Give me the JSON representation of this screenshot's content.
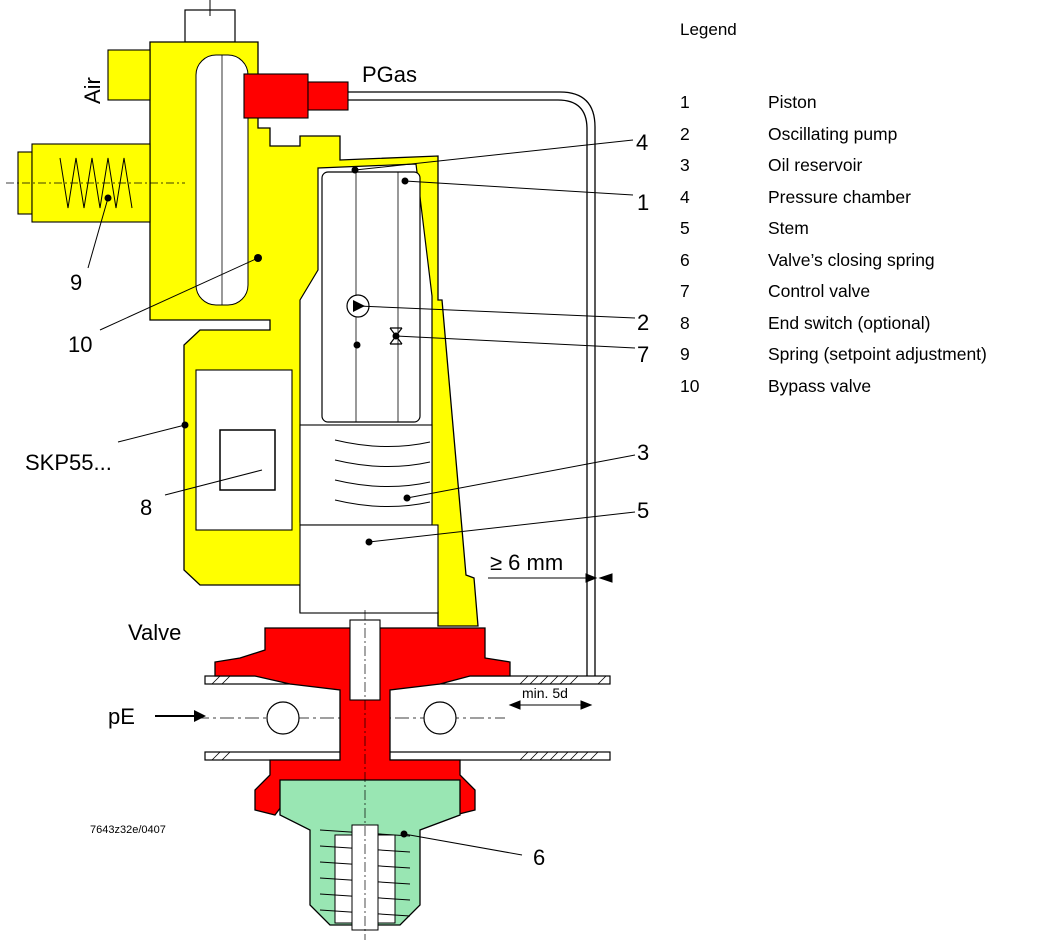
{
  "diagram": {
    "labels": {
      "air": "Air",
      "pgas": "PGas",
      "valve": "Valve",
      "pe": "pE",
      "skp": "SKP55...",
      "clearance": "≥ 6 mm",
      "pipe_distance": "min. 5d",
      "figure_id": "7643z32e/0407"
    },
    "callouts": [
      "1",
      "2",
      "3",
      "4",
      "5",
      "6",
      "7",
      "8",
      "9",
      "10"
    ],
    "colors": {
      "actuator": "#ffff00",
      "gas_side": "#ff0000",
      "valve_bottom": "#99e6b3",
      "outline": "#000000"
    }
  },
  "legend": {
    "title": "Legend",
    "items": [
      {
        "num": "1",
        "text": "Piston"
      },
      {
        "num": "2",
        "text": "Oscillating pump"
      },
      {
        "num": "3",
        "text": "Oil reservoir"
      },
      {
        "num": "4",
        "text": "Pressure chamber"
      },
      {
        "num": "5",
        "text": "Stem"
      },
      {
        "num": "6",
        "text": "Valve’s closing spring"
      },
      {
        "num": "7",
        "text": "Control valve"
      },
      {
        "num": "8",
        "text": "End switch (optional)"
      },
      {
        "num": "9",
        "text": "Spring (setpoint adjustment)"
      },
      {
        "num": "10",
        "text": "Bypass valve"
      }
    ]
  }
}
